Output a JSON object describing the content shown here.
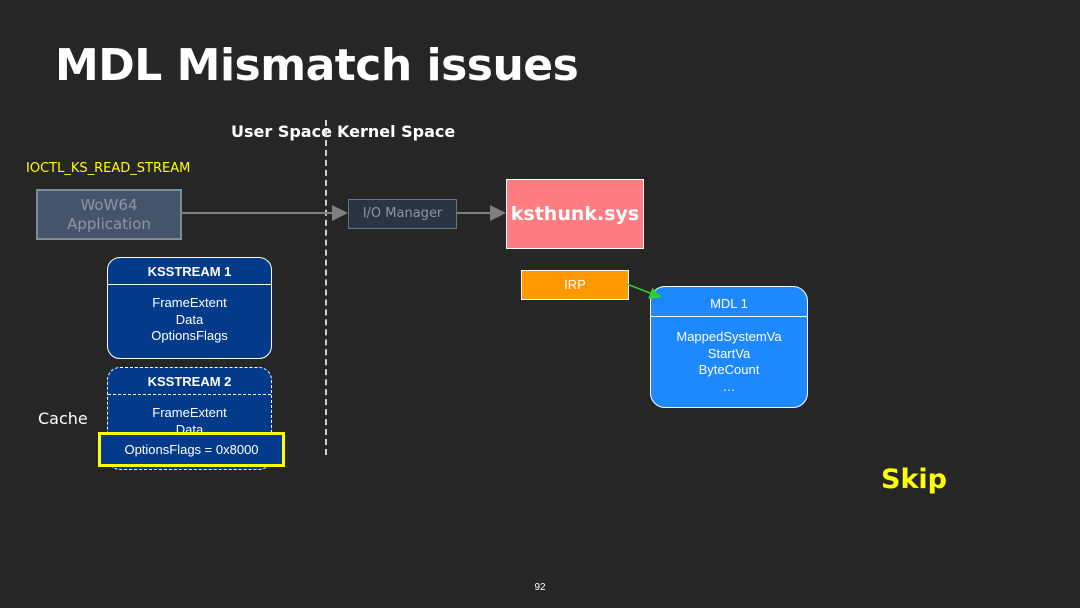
{
  "slide": {
    "title": "MDL Mismatch issues",
    "user_space": "User Space",
    "kernel_space": "Kernel Space",
    "ioctl": "IOCTL_KS_READ_STREAM",
    "app_line1": "WoW64",
    "app_line2": "Application",
    "io_manager": "I/O Manager",
    "ksthunk": "ksthunk.sys",
    "irp": "IRP",
    "cache_label": "Cache",
    "skip": "Skip",
    "page_number": "92"
  },
  "ksstream1": {
    "header": "KSSTREAM 1",
    "fields": [
      "FrameExtent",
      "Data",
      "OptionsFlags"
    ]
  },
  "ksstream2": {
    "header": "KSSTREAM 2",
    "fields": [
      "FrameExtent",
      "Data"
    ],
    "highlighted_field": "OptionsFlags = 0x8000"
  },
  "mdl1": {
    "header": "MDL 1",
    "fields": [
      "MappedSystemVa",
      "StartVa",
      "ByteCount",
      "…"
    ]
  },
  "colors": {
    "background": "#262626",
    "highlight": "#ffff00",
    "ksstream": "#033a8a",
    "mdl": "#1e88ff",
    "ksthunk": "#ff7c80",
    "irp": "#ff9900",
    "irp_arrow": "#33cc33"
  }
}
